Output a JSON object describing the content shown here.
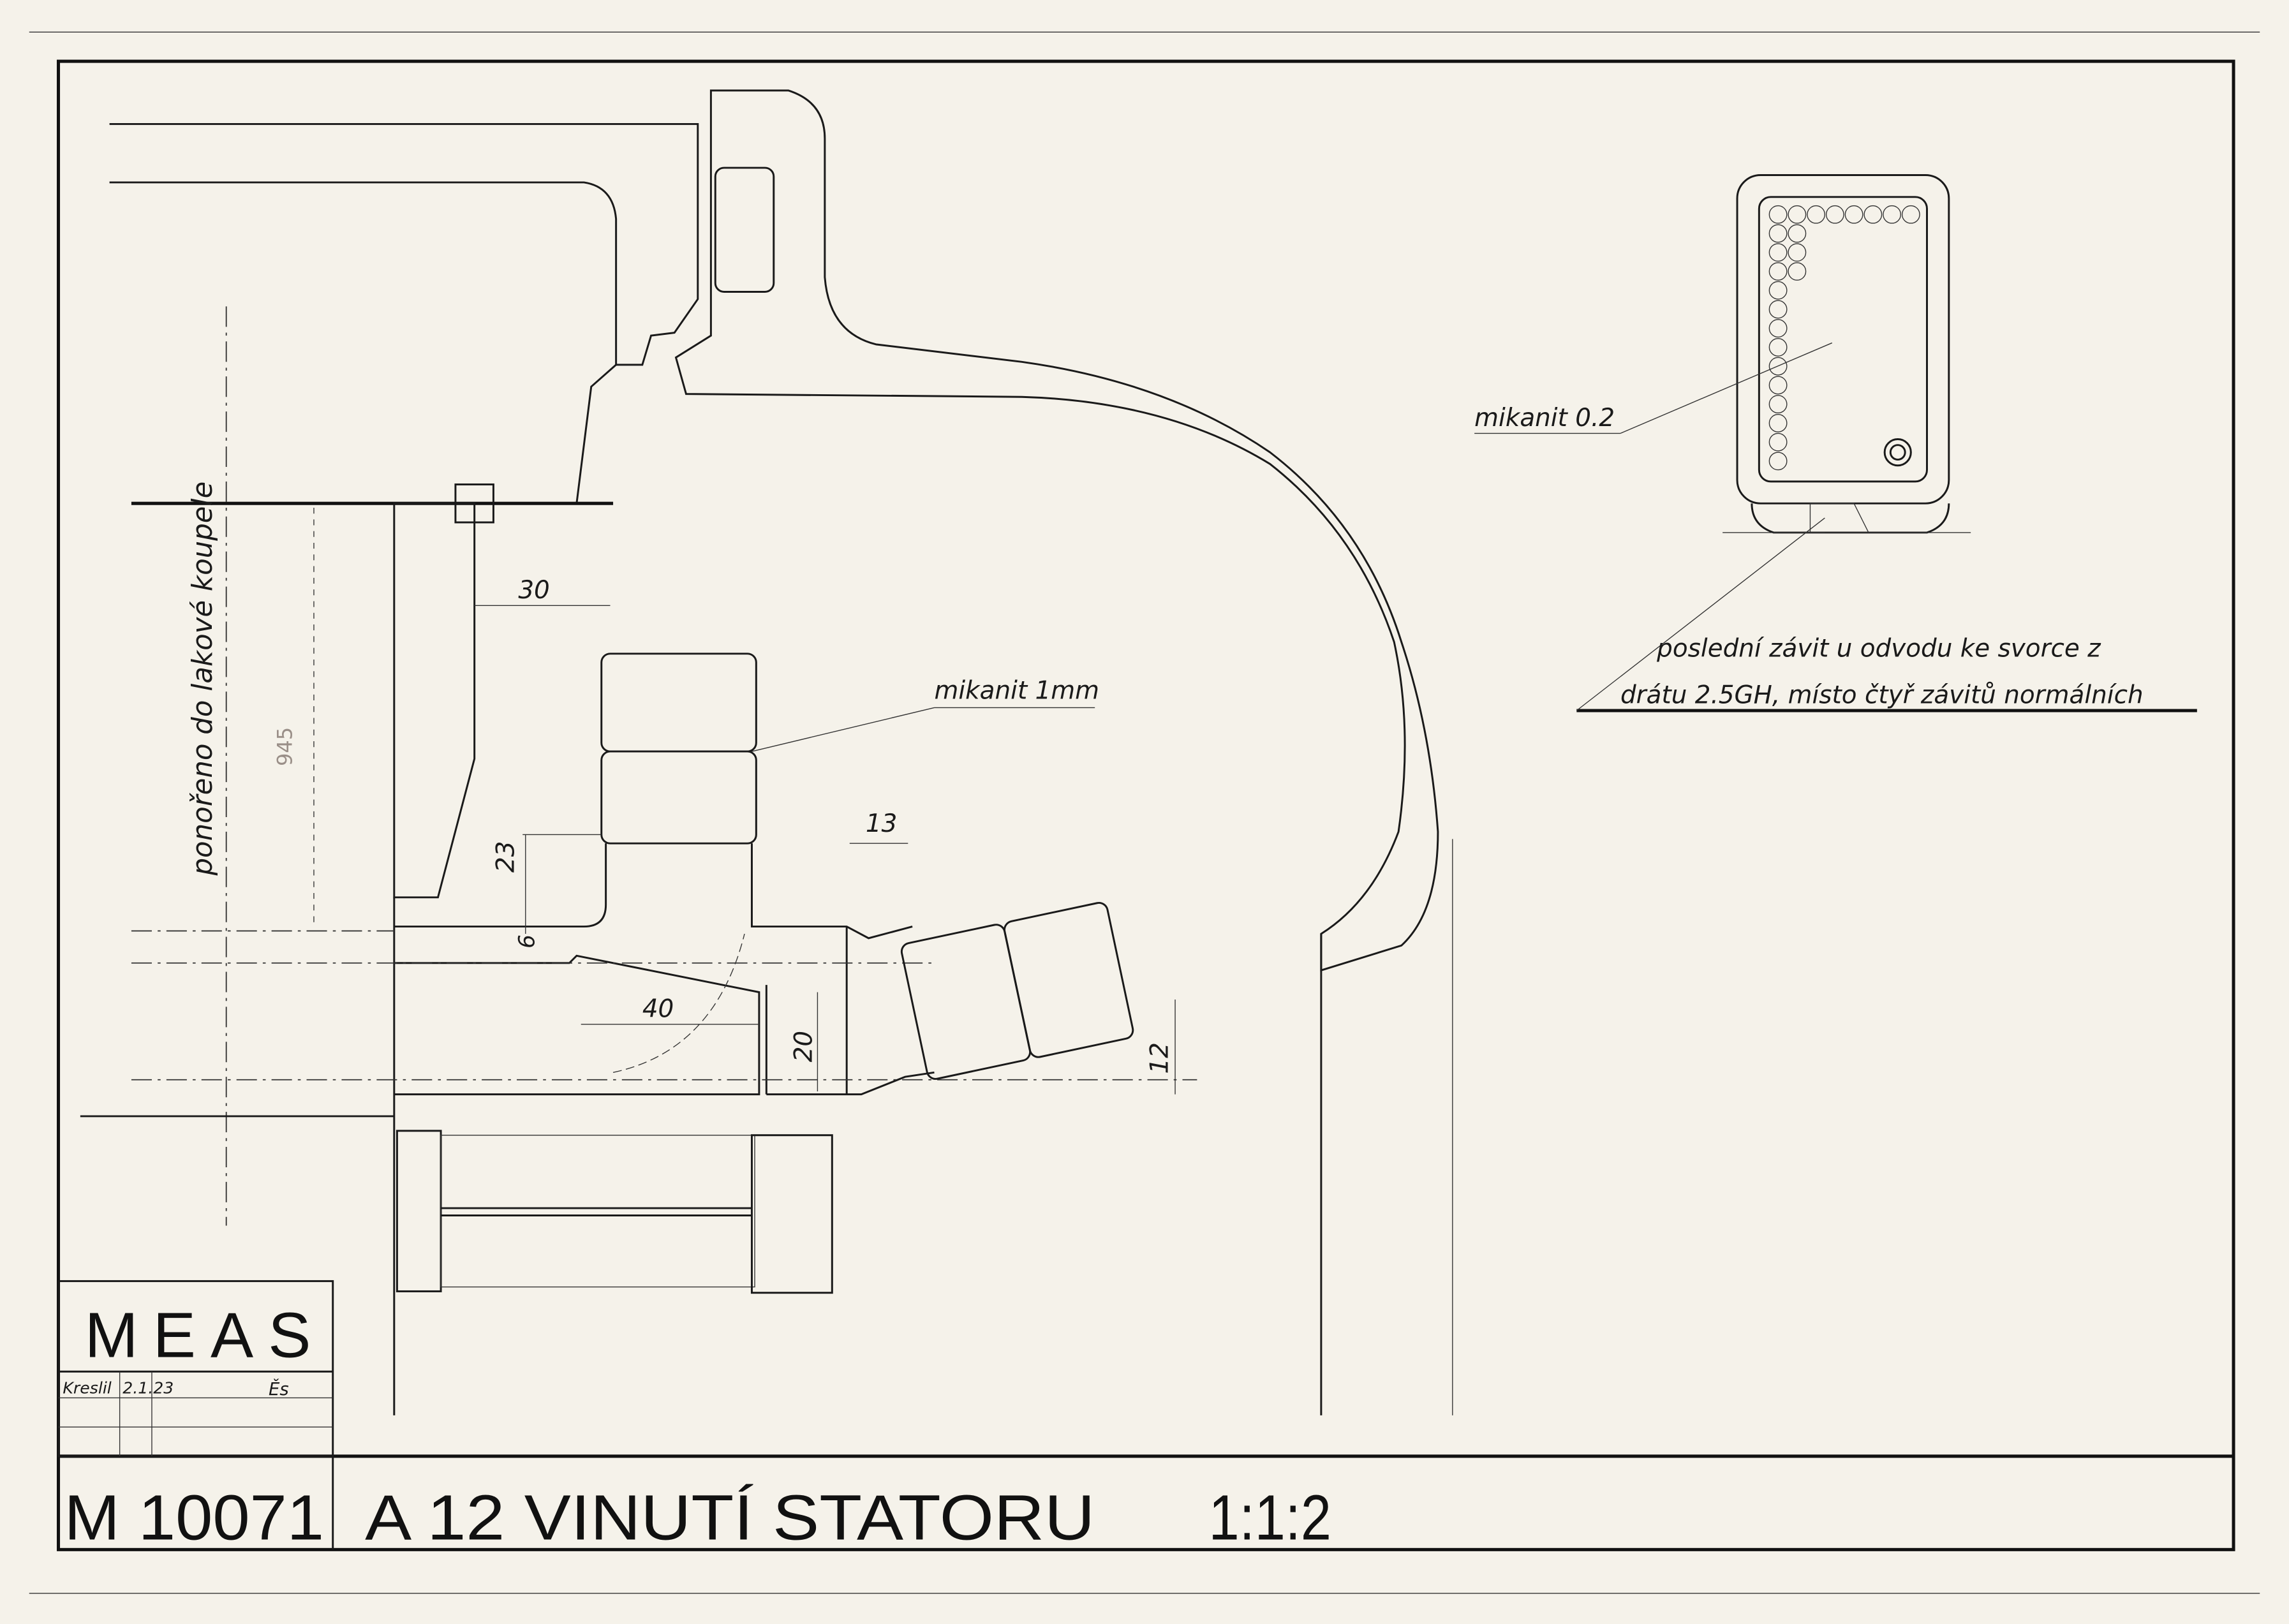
{
  "title_block": {
    "company": "MEAS",
    "drawn_label": "Kreslil",
    "drawn_date": "2.1.23",
    "drawn_signature": "Ěs",
    "drawing_number": "M 10071",
    "title": "A 12  VINUTÍ STATORU",
    "scale": "1:1:2"
  },
  "annotations": {
    "immersion_note": "ponořeno do lakové koupele",
    "mikanit_thick": "mikanit 1mm",
    "mikanit_thin": "mikanit 0.2",
    "last_turn_note_line1": "poslední závit u odvodu ke svorce z",
    "last_turn_note_line2": "drátu 2.5GH, místo čtyř závitů normálních",
    "faint_dimension": "945"
  },
  "dimensions": {
    "d30": "30",
    "d23": "23",
    "d6": "6",
    "d40": "40",
    "d20": "20",
    "d13": "13",
    "d12": "12"
  },
  "colors": {
    "paper": "#f5f2ea",
    "ink": "#1a1a1a"
  }
}
